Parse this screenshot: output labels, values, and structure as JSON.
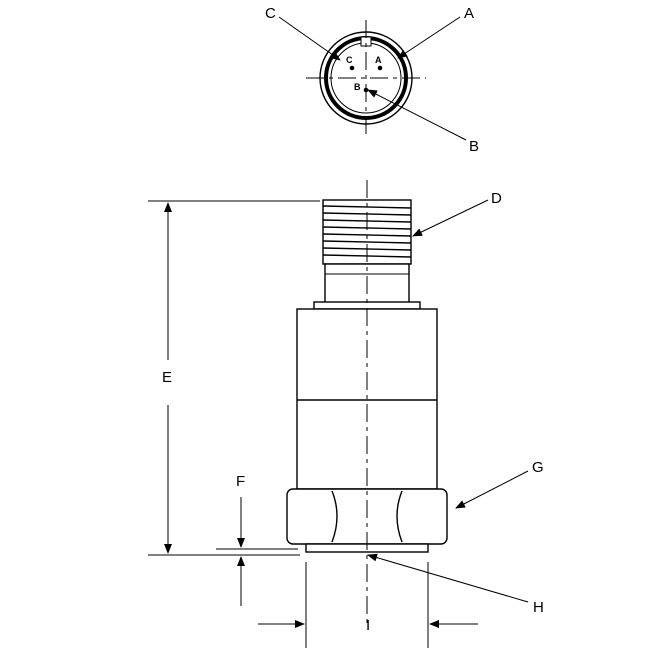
{
  "labels": {
    "a": "A",
    "b": "B",
    "c": "C",
    "d": "D",
    "e": "E",
    "f": "F",
    "g": "G",
    "h": "H",
    "i": "I"
  },
  "pins": {
    "a": "A",
    "b": "B",
    "c": "C"
  },
  "colors": {
    "ink": "#000000",
    "paper": "#ffffff"
  }
}
